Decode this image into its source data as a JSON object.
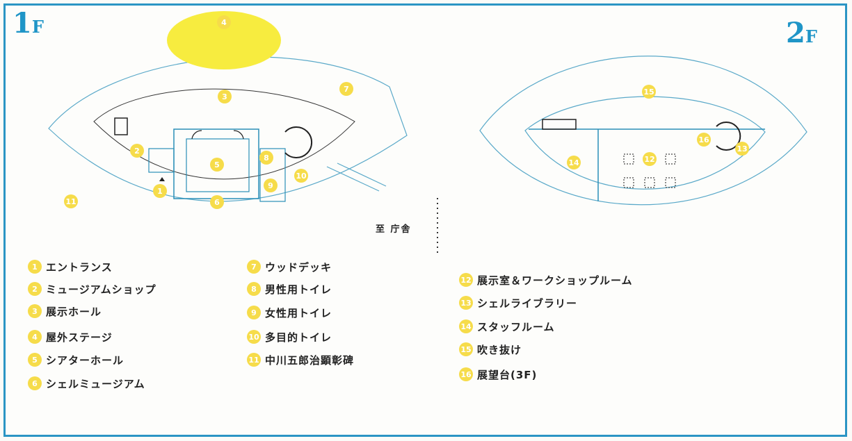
{
  "floors": {
    "first": {
      "number": "1",
      "suffix": "F"
    },
    "second": {
      "number": "2",
      "suffix": "F"
    }
  },
  "direction_label": "至 庁舎",
  "colors": {
    "border": "#2b95c4",
    "marker": "#f6dc4a",
    "stage": "#f7ec3f",
    "outline": "#5aa9c9"
  },
  "markers": [
    {
      "id": "1",
      "label": "1"
    },
    {
      "id": "2",
      "label": "2"
    },
    {
      "id": "3",
      "label": "3"
    },
    {
      "id": "4",
      "label": "4"
    },
    {
      "id": "5",
      "label": "5"
    },
    {
      "id": "6",
      "label": "6"
    },
    {
      "id": "7",
      "label": "7"
    },
    {
      "id": "8",
      "label": "8"
    },
    {
      "id": "9",
      "label": "9"
    },
    {
      "id": "10",
      "label": "10"
    },
    {
      "id": "11",
      "label": "11"
    },
    {
      "id": "12",
      "label": "12"
    },
    {
      "id": "13",
      "label": "13"
    },
    {
      "id": "14",
      "label": "14"
    },
    {
      "id": "15",
      "label": "15"
    },
    {
      "id": "16",
      "label": "16"
    }
  ],
  "legend": [
    {
      "num": "1",
      "text": "エントランス"
    },
    {
      "num": "2",
      "text": "ミュージアムショップ"
    },
    {
      "num": "3",
      "text": "展示ホール"
    },
    {
      "num": "4",
      "text": "屋外ステージ"
    },
    {
      "num": "5",
      "text": "シアターホール"
    },
    {
      "num": "6",
      "text": "シェルミュージアム"
    },
    {
      "num": "7",
      "text": "ウッドデッキ"
    },
    {
      "num": "8",
      "text": "男性用トイレ"
    },
    {
      "num": "9",
      "text": "女性用トイレ"
    },
    {
      "num": "10",
      "text": "多目的トイレ"
    },
    {
      "num": "11",
      "text": "中川五郎治顕彰碑"
    },
    {
      "num": "12",
      "text": "展示室＆ワークショップルーム"
    },
    {
      "num": "13",
      "text": "シェルライブラリー"
    },
    {
      "num": "14",
      "text": "スタッフルーム"
    },
    {
      "num": "15",
      "text": "吹き抜け"
    },
    {
      "num": "16",
      "text": "展望台(3F)"
    }
  ]
}
